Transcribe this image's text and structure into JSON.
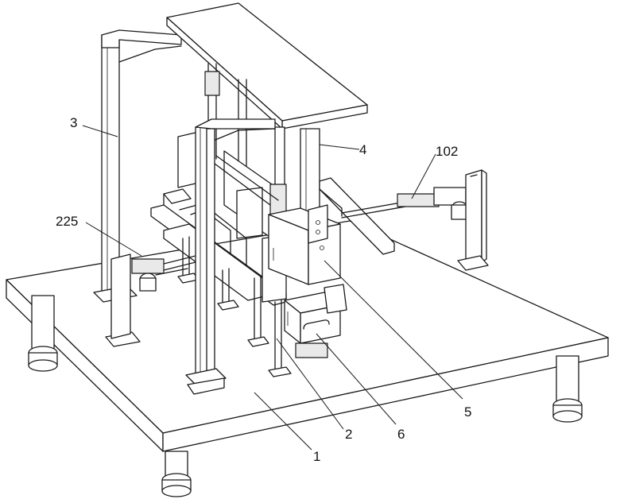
{
  "callouts": {
    "label_1": "1",
    "label_2": "2",
    "label_3": "3",
    "label_4": "4",
    "label_5": "5",
    "label_6": "6",
    "label_102": "102",
    "label_225": "225"
  }
}
